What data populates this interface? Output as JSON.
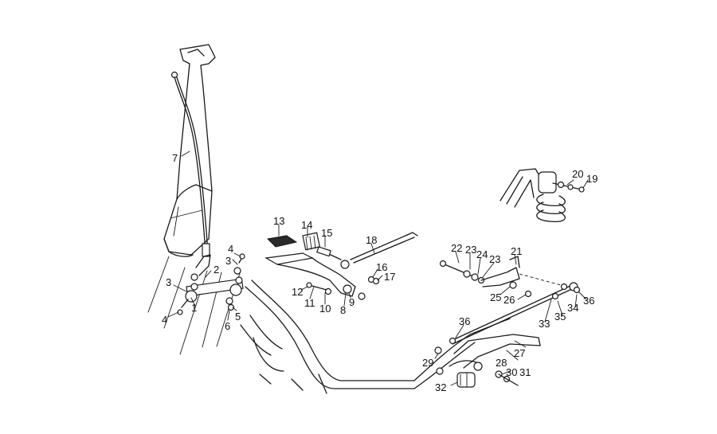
{
  "diagram": {
    "callouts": [
      {
        "id": "c1",
        "text": "1"
      },
      {
        "id": "c2",
        "text": "2"
      },
      {
        "id": "c3a",
        "text": "3"
      },
      {
        "id": "c3b",
        "text": "3"
      },
      {
        "id": "c4a",
        "text": "4"
      },
      {
        "id": "c4b",
        "text": "4"
      },
      {
        "id": "c5",
        "text": "5"
      },
      {
        "id": "c6",
        "text": "6"
      },
      {
        "id": "c7",
        "text": "7"
      },
      {
        "id": "c8",
        "text": "8"
      },
      {
        "id": "c9",
        "text": "9"
      },
      {
        "id": "c10",
        "text": "10"
      },
      {
        "id": "c11",
        "text": "11"
      },
      {
        "id": "c12",
        "text": "12"
      },
      {
        "id": "c13",
        "text": "13"
      },
      {
        "id": "c14",
        "text": "14"
      },
      {
        "id": "c15",
        "text": "15"
      },
      {
        "id": "c16",
        "text": "16"
      },
      {
        "id": "c17",
        "text": "17"
      },
      {
        "id": "c18",
        "text": "18"
      },
      {
        "id": "c19",
        "text": "19"
      },
      {
        "id": "c20",
        "text": "20"
      },
      {
        "id": "c21",
        "text": "21"
      },
      {
        "id": "c22",
        "text": "22"
      },
      {
        "id": "c23a",
        "text": "23"
      },
      {
        "id": "c24",
        "text": "24"
      },
      {
        "id": "c23b",
        "text": "23"
      },
      {
        "id": "c25",
        "text": "25"
      },
      {
        "id": "c26",
        "text": "26"
      },
      {
        "id": "c27",
        "text": "27"
      },
      {
        "id": "c28",
        "text": "28"
      },
      {
        "id": "c29",
        "text": "29"
      },
      {
        "id": "c30",
        "text": "30"
      },
      {
        "id": "c31",
        "text": "31"
      },
      {
        "id": "c32",
        "text": "32"
      },
      {
        "id": "c33",
        "text": "33"
      },
      {
        "id": "c34",
        "text": "34"
      },
      {
        "id": "c35",
        "text": "35"
      },
      {
        "id": "c36a",
        "text": "36"
      },
      {
        "id": "c36b",
        "text": "36"
      }
    ]
  }
}
